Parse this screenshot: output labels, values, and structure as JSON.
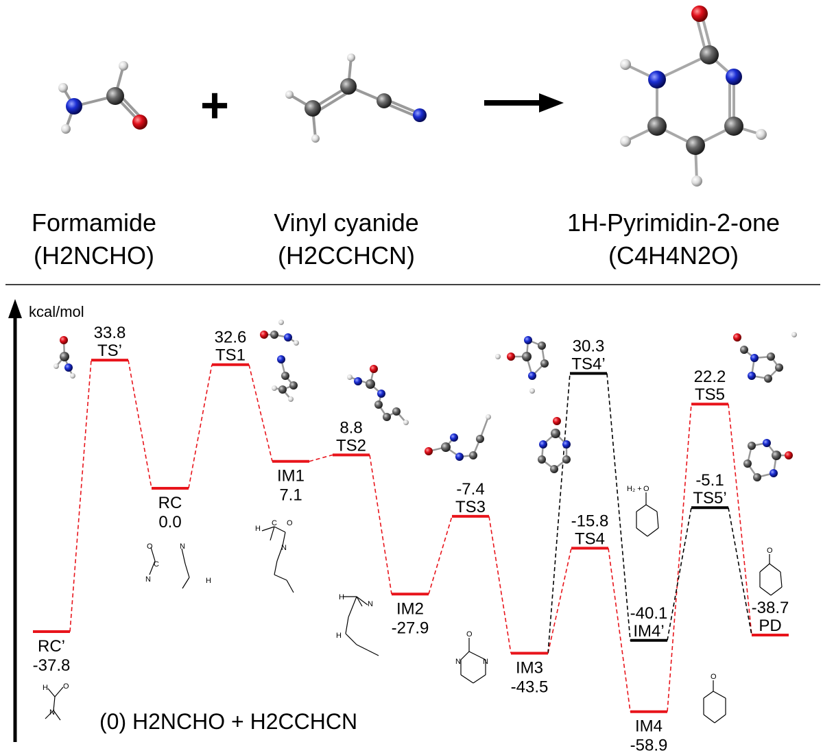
{
  "header": {
    "reactant1": {
      "name": "Formamide",
      "formula": "(H2NCHO)"
    },
    "plus": "+",
    "reactant2": {
      "name": "Vinyl cyanide",
      "formula": "(H2CCHCN)"
    },
    "product": {
      "name": "1H-Pyrimidin-2-one",
      "formula": "(C4H4N2O)"
    }
  },
  "axis": {
    "unit": "kcal/mol"
  },
  "equation": "(0) H2NCHO + H2CCHCN",
  "colors": {
    "main_path": "#e8141b",
    "alt_path": "#000000",
    "oxygen": "#d0021b",
    "nitrogen": "#1b2ed3",
    "carbon": "#555555",
    "hydrogen": "#d8d8d8"
  },
  "levels": [
    {
      "id": "RC'",
      "name": "RC’",
      "energy": "-37.8",
      "path": "main",
      "label_pos": "below"
    },
    {
      "id": "TS'",
      "name": "TS’",
      "energy": "33.8",
      "path": "main",
      "label_pos": "above"
    },
    {
      "id": "RC",
      "name": "RC",
      "energy": "0.0",
      "path": "main",
      "label_pos": "below"
    },
    {
      "id": "TS1",
      "name": "TS1",
      "energy": "32.6",
      "path": "main",
      "label_pos": "above"
    },
    {
      "id": "IM1",
      "name": "IM1",
      "energy": "7.1",
      "path": "main",
      "label_pos": "below"
    },
    {
      "id": "TS2",
      "name": "TS2",
      "energy": "8.8",
      "path": "main",
      "label_pos": "above"
    },
    {
      "id": "IM2",
      "name": "IM2",
      "energy": "-27.9",
      "path": "main",
      "label_pos": "below"
    },
    {
      "id": "TS3",
      "name": "TS3",
      "energy": "-7.4",
      "path": "main",
      "label_pos": "above"
    },
    {
      "id": "IM3",
      "name": "IM3",
      "energy": "-43.5",
      "path": "main",
      "label_pos": "below"
    },
    {
      "id": "TS4",
      "name": "TS4",
      "energy": "-15.8",
      "path": "main",
      "label_pos": "above"
    },
    {
      "id": "TS4'",
      "name": "TS4’",
      "energy": "30.3",
      "path": "alt",
      "label_pos": "above"
    },
    {
      "id": "IM4",
      "name": "IM4",
      "energy": "-58.9",
      "path": "main",
      "label_pos": "below"
    },
    {
      "id": "IM4'",
      "name": "IM4’",
      "energy": "-40.1",
      "path": "alt",
      "label_pos": "above"
    },
    {
      "id": "TS5",
      "name": "TS5",
      "energy": "22.2",
      "path": "main",
      "label_pos": "above"
    },
    {
      "id": "TS5'",
      "name": "TS5’",
      "energy": "-5.1",
      "path": "alt",
      "label_pos": "above"
    },
    {
      "id": "PD",
      "name": "PD",
      "energy": "-38.7",
      "path": "main",
      "label_pos": "above"
    }
  ],
  "connections": [
    {
      "from": "RC'",
      "to": "TS'",
      "path": "main"
    },
    {
      "from": "TS'",
      "to": "RC",
      "path": "main"
    },
    {
      "from": "RC",
      "to": "TS1",
      "path": "main"
    },
    {
      "from": "TS1",
      "to": "IM1",
      "path": "main"
    },
    {
      "from": "IM1",
      "to": "TS2",
      "path": "main"
    },
    {
      "from": "TS2",
      "to": "IM2",
      "path": "main"
    },
    {
      "from": "IM2",
      "to": "TS3",
      "path": "main"
    },
    {
      "from": "TS3",
      "to": "IM3",
      "path": "main"
    },
    {
      "from": "IM3",
      "to": "TS4",
      "path": "main"
    },
    {
      "from": "TS4",
      "to": "IM4",
      "path": "main"
    },
    {
      "from": "IM4",
      "to": "TS5",
      "path": "main"
    },
    {
      "from": "TS5",
      "to": "PD",
      "path": "main"
    },
    {
      "from": "IM3",
      "to": "TS4'",
      "path": "alt"
    },
    {
      "from": "TS4'",
      "to": "IM4'",
      "path": "alt"
    },
    {
      "from": "IM4'",
      "to": "TS5'",
      "path": "alt"
    },
    {
      "from": "TS5'",
      "to": "PD",
      "path": "alt"
    }
  ],
  "sketch_text": {
    "h": "H",
    "o": "O",
    "n": "N",
    "c": "C",
    "h2_plus": "H₂ +"
  }
}
